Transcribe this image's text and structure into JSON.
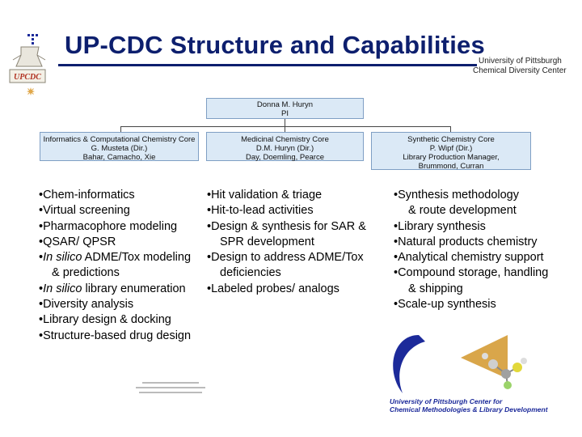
{
  "title": "UP-CDC Structure and Capabilities",
  "institution": {
    "line1": "University of Pittsburgh",
    "line2": "Chemical Diversity Center"
  },
  "logo": {
    "text": "UPCDC"
  },
  "org": {
    "pi": {
      "name": "Donna M. Huryn",
      "role": "PI"
    },
    "cores": [
      {
        "title": "Informatics & Computational Chemistry Core",
        "lines": [
          "G. Musteta (Dir.)",
          "Bahar, Camacho, Xie"
        ]
      },
      {
        "title": "Medicinal Chemistry Core",
        "lines": [
          "D.M. Huryn (Dir.)",
          "Day, Doemling, Pearce"
        ]
      },
      {
        "title": "Synthetic Chemistry Core",
        "lines": [
          "P. Wipf (Dir.)",
          "Library Production Manager,",
          "Brummond, Curran"
        ]
      }
    ]
  },
  "columns": {
    "left": {
      "items": [
        "•Chem-informatics",
        "•Virtual screening",
        "•Pharmacophore modeling",
        "•QSAR/ QPSR"
      ],
      "insilico1_bullet": "•",
      "insilico1_italic": "In silico",
      "insilico1_rest": " ADME/Tox modeling",
      "insilico1_cont": "& predictions",
      "insilico2_bullet": "•",
      "insilico2_italic": "In silico",
      "insilico2_rest": " library enumeration",
      "items_after": [
        "•Diversity analysis",
        "•Library design & docking",
        "•Structure-based drug design"
      ]
    },
    "middle": {
      "items": [
        "•Hit validation & triage",
        "•Hit-to-lead activities",
        "•Design & synthesis for SAR &",
        "SPR development",
        "•Design to address ADME/Tox",
        "deficiencies",
        "•Labeled probes/ analogs"
      ]
    },
    "right": {
      "items": [
        "•Synthesis methodology",
        "& route development",
        "•Library synthesis",
        "•Natural products chemistry",
        "•Analytical chemistry support",
        "•Compound storage, handling",
        "& shipping",
        "•Scale-up synthesis"
      ]
    }
  },
  "center_logo": {
    "line1": "University of Pittsburgh Center for",
    "line2": "Chemical Methodologies & Library Development"
  },
  "colors": {
    "title": "#0d1f6e",
    "box_fill": "#dbe9f6",
    "box_border": "#7f9fc4",
    "logo_blue": "#1c2a9a",
    "logo_orange": "#e0a84a"
  }
}
